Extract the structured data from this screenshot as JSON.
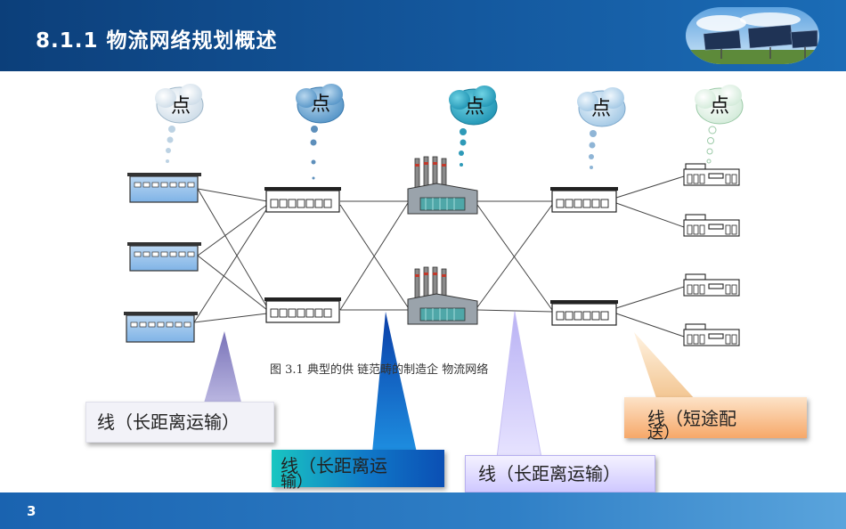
{
  "header": {
    "title": "8.1.1  物流网络规划概述"
  },
  "footer": {
    "page_number": "3"
  },
  "figure": {
    "caption": "图 3.1    典型的供   链范畴的制造企   物流网络"
  },
  "nodes": [
    {
      "label": "点"
    },
    {
      "label": "点"
    },
    {
      "label": "点"
    },
    {
      "label": "点"
    },
    {
      "label": "点"
    }
  ],
  "callouts": [
    {
      "text": "线（长距离运输）"
    },
    {
      "text_line1": "线（长距离运",
      "text_line2": "输）"
    },
    {
      "text": "线（长距离运输）"
    },
    {
      "text_line1": "线（短途配",
      "text_line2": "送）"
    }
  ],
  "colors": {
    "header": "#14589e",
    "footer": "#2f7fc6",
    "callout_1": "#8c86c8",
    "callout_2": "#1078c8",
    "callout_3": "#cfc8ff",
    "callout_4": "#f6a869"
  }
}
